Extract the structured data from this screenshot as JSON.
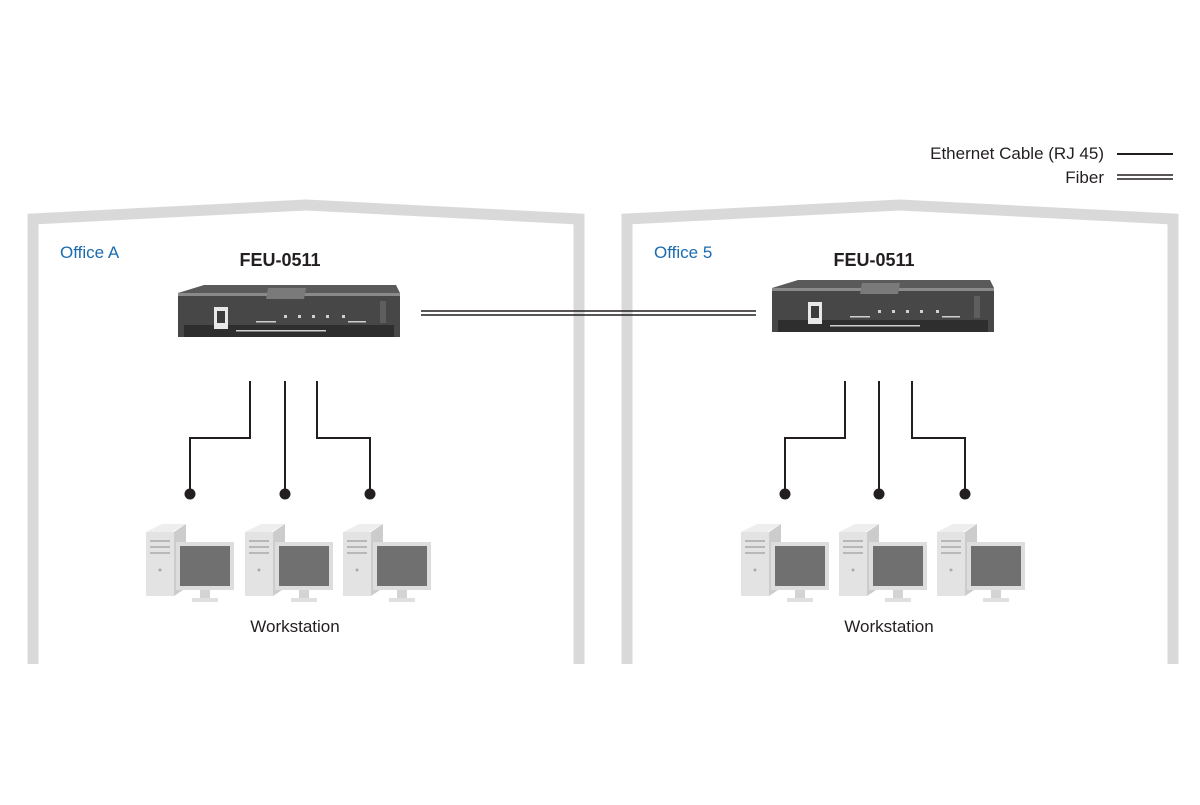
{
  "legend": {
    "ethernet": "Ethernet Cable (RJ 45)",
    "fiber": "Fiber"
  },
  "offices": [
    {
      "label": "Office A",
      "switch_label": "FEU-0511",
      "workstation_label": "Workstation"
    },
    {
      "label": "Office 5",
      "switch_label": "FEU-0511",
      "workstation_label": "Workstation"
    }
  ],
  "colors": {
    "wall": "#d9d9d9",
    "office_label": "#1a6bb0",
    "line": "#231f20"
  }
}
